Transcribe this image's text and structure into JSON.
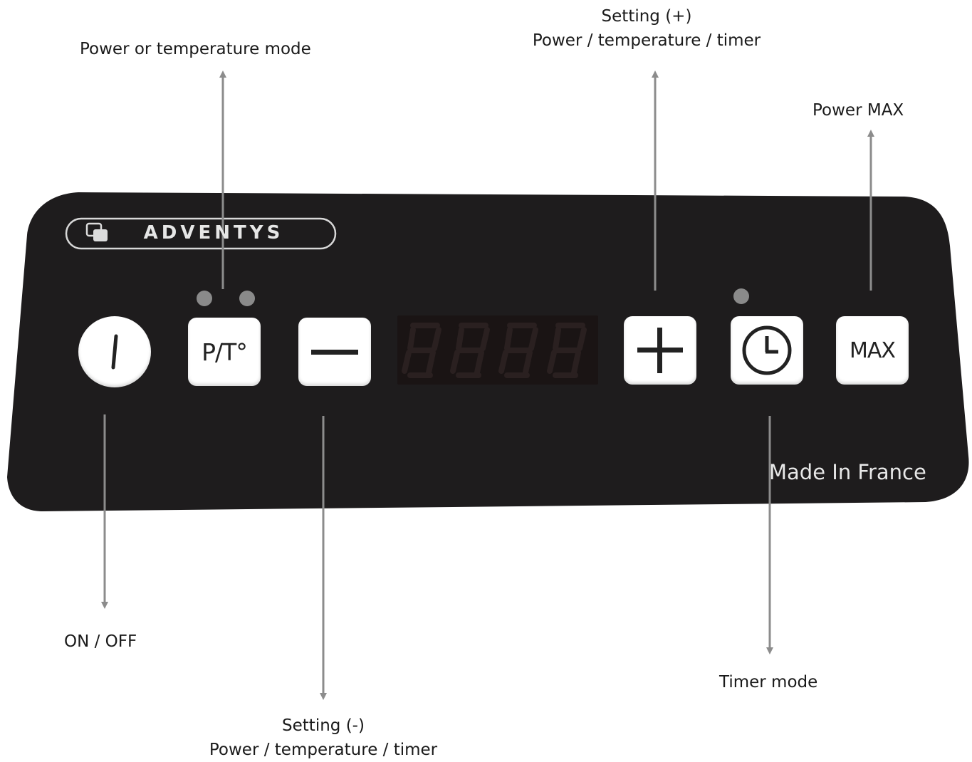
{
  "labels": {
    "mode": "Power or temperature mode",
    "plus_line1": "Setting (+)",
    "plus_line2": "Power / temperature / timer",
    "max": "Power MAX",
    "onoff": "ON / OFF",
    "minus_line1": "Setting (-)",
    "minus_line2": "Power / temperature / timer",
    "timer": "Timer mode"
  },
  "panel": {
    "brand": "ADVENTYS",
    "made_in": "Made In France",
    "keys": {
      "mode": "P/T°",
      "max": "MAX"
    },
    "icons": {
      "onoff": "power-line-icon",
      "minus": "minus-icon",
      "plus": "plus-icon",
      "timer": "clock-icon",
      "brand": "adventys-logo-icon"
    }
  },
  "colors": {
    "panel": "#1e1c1d",
    "arrow": "#8c8c8c",
    "led": "#8a8a8a",
    "key": "#ffffff",
    "label_text": "#1a1a1a"
  }
}
